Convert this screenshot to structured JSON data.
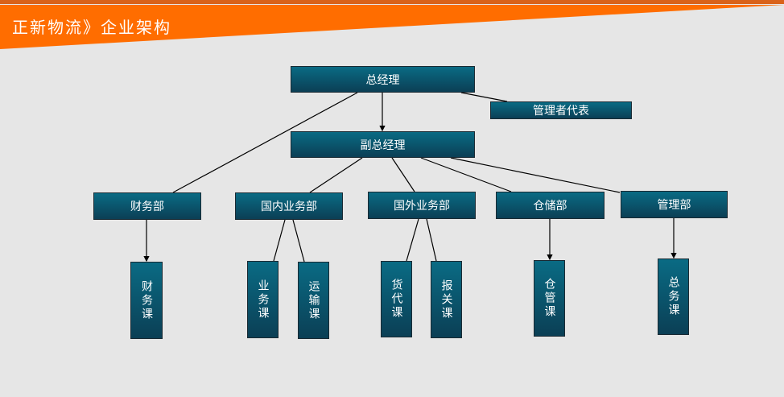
{
  "header": {
    "title": "正新物流》企业架构",
    "color": "#ff6d00"
  },
  "org": {
    "gm": "总经理",
    "rep": "管理者代表",
    "vgm": "副总经理",
    "departments": [
      "财务部",
      "国内业务部",
      "国外业务部",
      "仓储部",
      "管理部"
    ],
    "sections": [
      "财务课",
      "业务课",
      "运输课",
      "货代课",
      "报关课",
      "仓管课",
      "总务课"
    ]
  }
}
